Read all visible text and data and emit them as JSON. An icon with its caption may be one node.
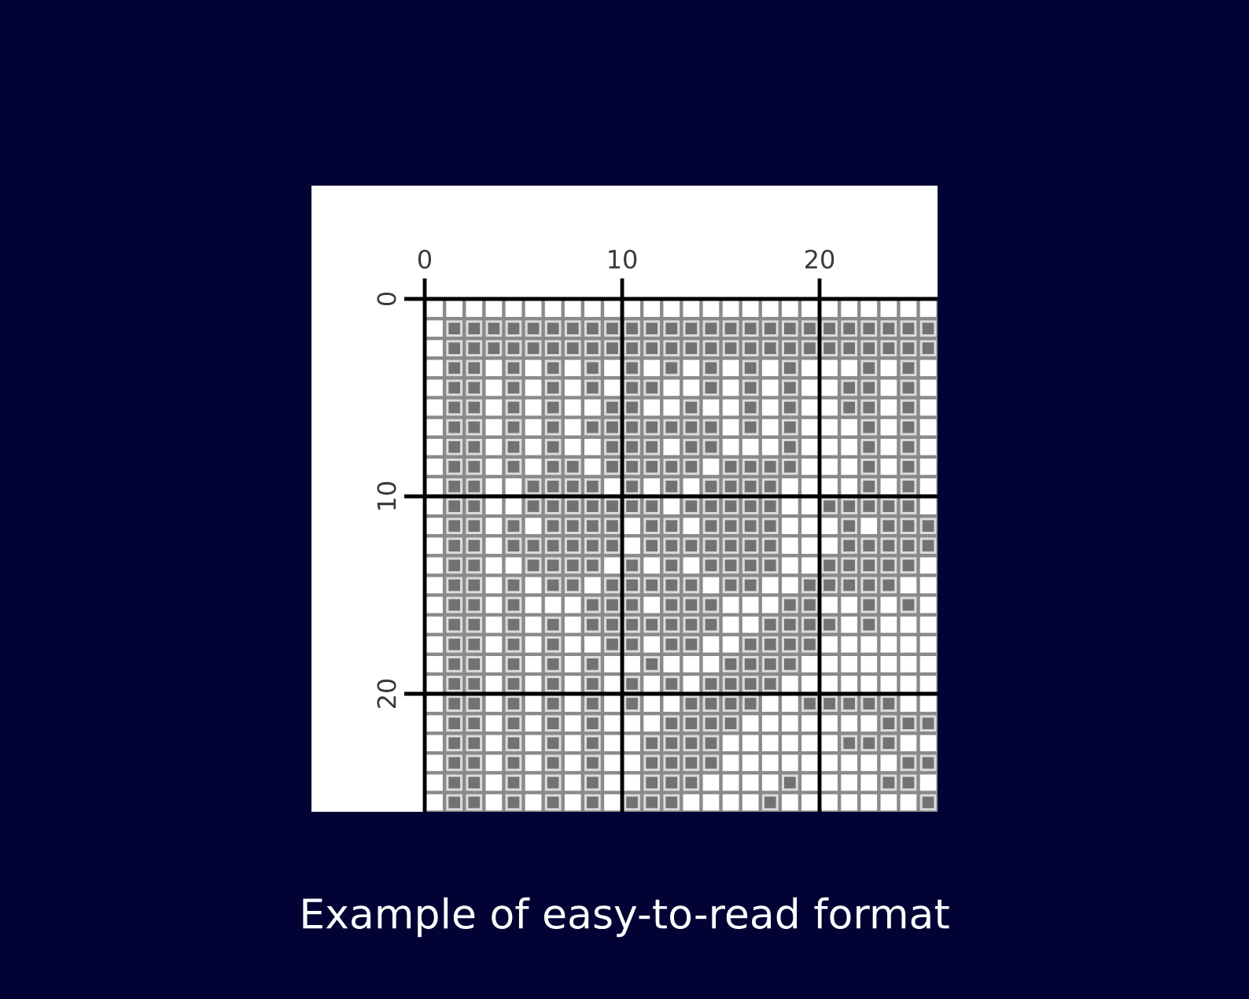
{
  "diagram": {
    "caption": "Example of easy-to-read format",
    "labels": [
      "0",
      "10",
      "20",
      "0",
      "10",
      "20"
    ]
  }
}
